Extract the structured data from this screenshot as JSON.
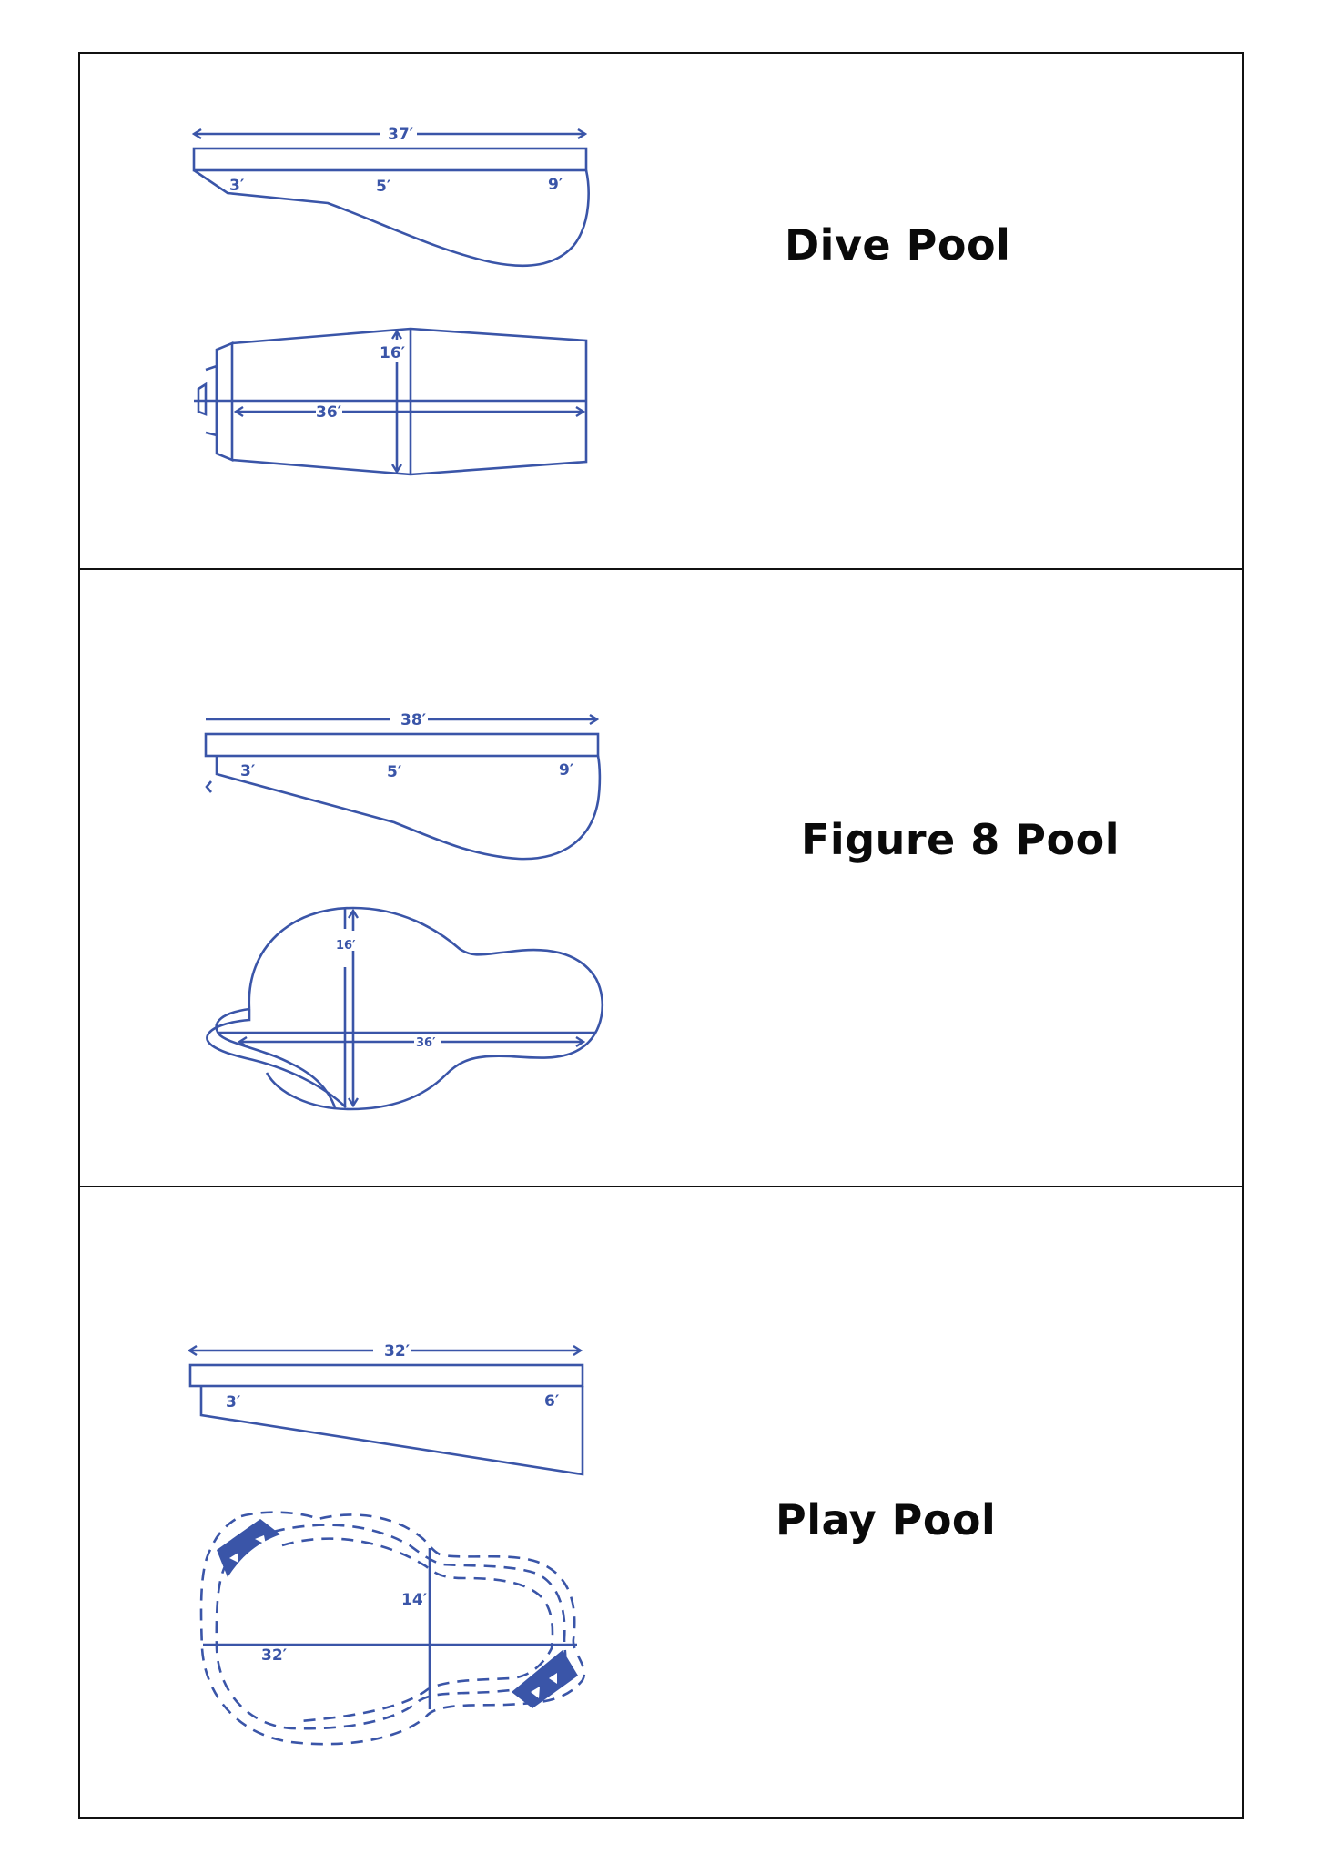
{
  "sections": [
    {
      "title": "Dive Pool",
      "profile": {
        "length": "37′",
        "depths": [
          "3′",
          "5′",
          "9′"
        ]
      },
      "plan": {
        "width": "16′",
        "length": "36′"
      }
    },
    {
      "title": "Figure 8 Pool",
      "profile": {
        "length": "38′",
        "depths": [
          "3′",
          "5′",
          "9′"
        ]
      },
      "plan": {
        "width": "16′",
        "length": "36′"
      }
    },
    {
      "title": "Play Pool",
      "profile": {
        "length": "32′",
        "depths": [
          "3′",
          "6′"
        ]
      },
      "plan": {
        "width": "14′",
        "length": "32′"
      }
    }
  ],
  "colors": {
    "drawing": "#3a55a8",
    "border": "#111111",
    "title": "#0a0a0a"
  }
}
